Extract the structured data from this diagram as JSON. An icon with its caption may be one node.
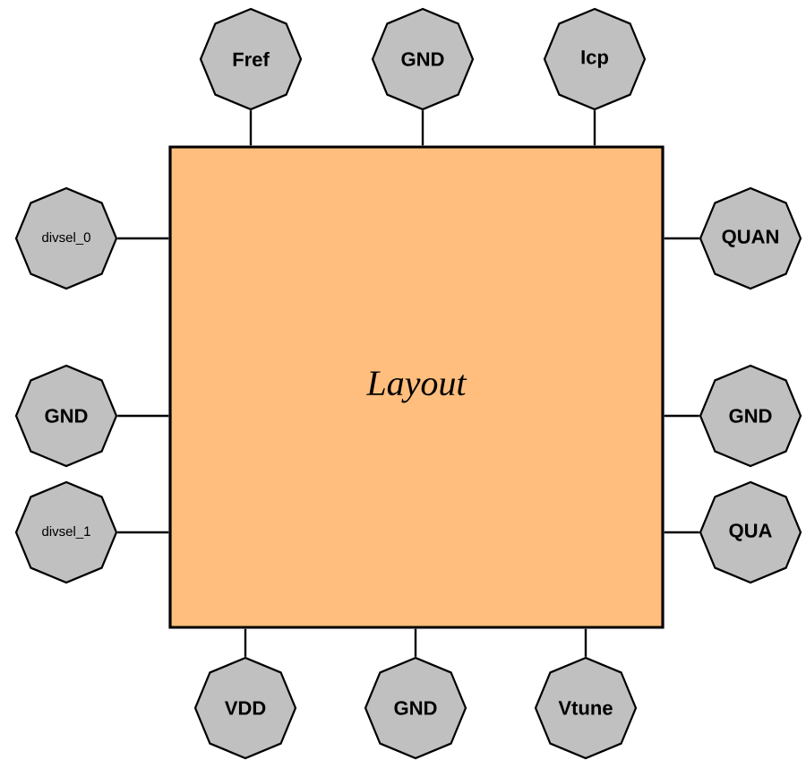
{
  "diagram": {
    "nodes": [
      {
        "text": [
          "Layout"
        ]
      },
      {
        "text": [
          "Fref"
        ]
      },
      {
        "text": [
          "GND"
        ]
      },
      {
        "text": [
          "Icp"
        ]
      },
      {
        "text": [
          "divsel_0"
        ]
      },
      {
        "text": [
          "QUAN"
        ]
      },
      {
        "text": [
          "GND"
        ]
      },
      {
        "text": [
          "GND"
        ]
      },
      {
        "text": [
          "divsel_1"
        ]
      },
      {
        "text": [
          "QUA"
        ]
      },
      {
        "text": [
          "VDD"
        ]
      },
      {
        "text": [
          "GND"
        ]
      },
      {
        "text": [
          "Vtune"
        ]
      }
    ],
    "edges": [
      {
        "from": 1,
        "to": 0,
        "arrow": "none"
      },
      {
        "from": 2,
        "to": 0,
        "arrow": "none"
      },
      {
        "from": 3,
        "to": 0,
        "arrow": "none"
      },
      {
        "from": 4,
        "to": 0,
        "arrow": "none"
      },
      {
        "from": 5,
        "to": 0,
        "arrow": "none"
      },
      {
        "from": 6,
        "to": 0,
        "arrow": "none"
      },
      {
        "from": 7,
        "to": 0,
        "arrow": "none"
      },
      {
        "from": 8,
        "to": 0,
        "arrow": "none"
      },
      {
        "from": 9,
        "to": 0,
        "arrow": "none"
      },
      {
        "from": 10,
        "to": 0,
        "arrow": "none"
      },
      {
        "from": 11,
        "to": 0,
        "arrow": "none"
      },
      {
        "from": 12,
        "to": 0,
        "arrow": "none"
      }
    ]
  }
}
